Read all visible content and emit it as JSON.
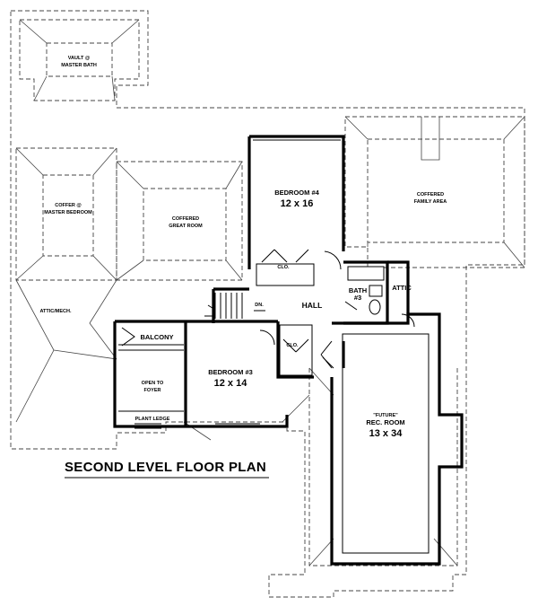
{
  "title": "SECOND LEVEL FLOOR PLAN",
  "rooms": {
    "vault_master_bath": [
      "VAULT @",
      "MASTER BATH"
    ],
    "coffer_master_bedroom": [
      "COFFER @",
      "MASTER BEDROOM"
    ],
    "coffered_great_room": [
      "COFFERED",
      "GREAT ROOM"
    ],
    "coffered_family_area": [
      "COFFERED",
      "FAMILY AREA"
    ],
    "attic_mech": "ATTIC/MECH.",
    "bedroom4_name": "BEDROOM #4",
    "bedroom4_size": "12 x 16",
    "clo_1": "CLO.",
    "clo_2": "CLO.",
    "bath3": [
      "BATH",
      "#3"
    ],
    "attic": "ATTIC",
    "dn": "DN.",
    "hall": "HALL",
    "balcony": "BALCONY",
    "open_to_foyer": [
      "OPEN TO",
      "FOYER"
    ],
    "plant_ledge": "PLANT LEDGE",
    "bedroom3_name": "BEDROOM #3",
    "bedroom3_size": "12 x 14",
    "rec_room": [
      "\"FUTURE\"",
      "REC. ROOM"
    ],
    "rec_room_size": "13 x 34"
  }
}
